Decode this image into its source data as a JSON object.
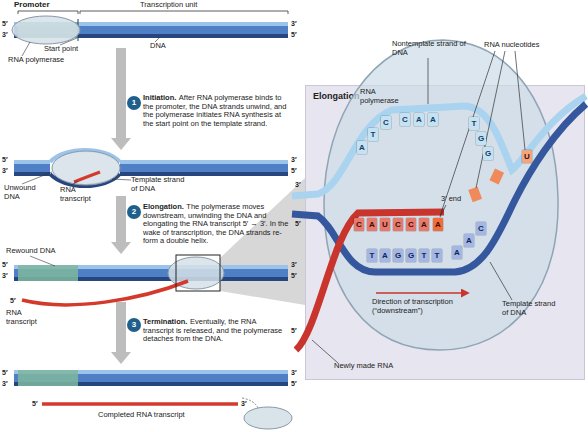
{
  "diagram": {
    "nodes": [
      {
        "text": [
          "1"
        ]
      },
      {
        "text": [
          "2"
        ]
      },
      {
        "text": [
          "3"
        ]
      },
      {
        "text": [
          "Elongation"
        ]
      },
      {
        "text": [
          "RNA polymerase"
        ],
        "in": 3
      }
    ],
    "labels": [
      "Promoter",
      "Transcription unit",
      "5′",
      "3′",
      "3′",
      "5′",
      "Start point",
      "DNA",
      "RNA polymerase",
      "Initiation.",
      "After RNA polymerase binds to the promoter, the DNA strands unwind, and the polymerase initiates RNA synthesis at the start point on the template strand.",
      "5′",
      "3′",
      "3′",
      "5′",
      "Unwound DNA",
      "RNA transcript",
      "Template strand of DNA",
      "Elongation.",
      "The polymerase moves downstream, unwinding the DNA and elongating the RNA transcript 5′ → 3′. In the wake of transcription, the DNA strands re-form a double helix.",
      "Rewound DNA",
      "5′",
      "3′",
      "3′",
      "5′",
      "5′",
      "RNA transcript",
      "Termination.",
      "Eventually, the RNA transcript is released, and the polymerase detaches from the DNA.",
      "5′",
      "3′",
      "3′",
      "5′",
      "5′",
      "Completed RNA transcript",
      "3′",
      "Nontemplate strand of DNA",
      "RNA nucleotides",
      "3′",
      "5′",
      "A",
      "T",
      "C",
      "C",
      "A",
      "A",
      "T",
      "G",
      "G",
      "C",
      "A",
      "U",
      "C",
      "C",
      "A",
      "A",
      "3′ end",
      "U",
      "T",
      "A",
      "G",
      "G",
      "T",
      "T",
      "A",
      "A",
      "C",
      "5′",
      "Direction of transcription (“downstream”)",
      "Template strand of DNA",
      "Newly made RNA"
    ]
  }
}
